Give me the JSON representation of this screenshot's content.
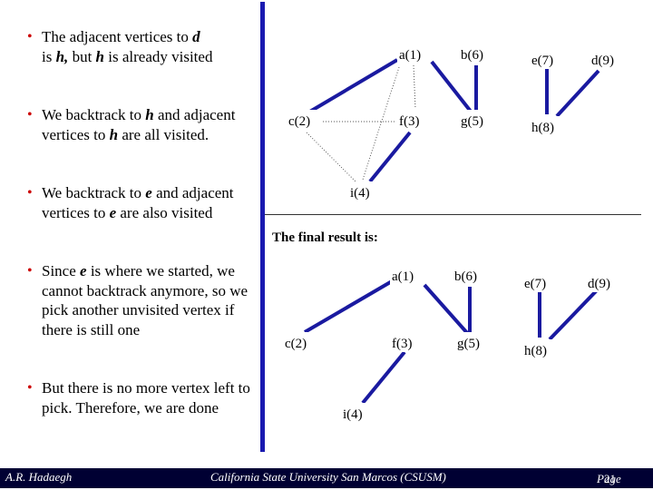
{
  "bullets": [
    {
      "parts": [
        "The adjacent vertices to ",
        "d",
        " is ",
        "h,",
        " but ",
        "h",
        " is already visited"
      ]
    },
    {
      "parts": [
        "We backtrack to ",
        "h",
        " and adjacent vertices to ",
        "h",
        " are all visited."
      ]
    },
    {
      "parts": [
        "We backtrack to ",
        "e",
        " and adjacent vertices to ",
        "e",
        " are also visited"
      ]
    },
    {
      "parts": [
        "Since ",
        "e",
        " is where we started, we cannot backtrack anymore, so we pick another unvisited vertex if there is still one"
      ]
    },
    {
      "parts": [
        "But there is no more vertex left to pick. Therefore, we are done"
      ]
    }
  ],
  "final_label": "The final result is:",
  "graph_top": {
    "nodes": {
      "a": "a(1)",
      "b": "b(6)",
      "e": "e(7)",
      "d": "d(9)",
      "c": "c(2)",
      "f": "f(3)",
      "g": "g(5)",
      "h": "h(8)",
      "i": "i(4)"
    }
  },
  "graph_bottom": {
    "nodes": {
      "a": "a(1)",
      "b": "b(6)",
      "e": "e(7)",
      "d": "d(9)",
      "c": "c(2)",
      "f": "f(3)",
      "g": "g(5)",
      "h": "h(8)",
      "i": "i(4)"
    }
  },
  "footer": {
    "author": "A.R. Hadaegh",
    "institution": "California State University San Marcos (CSUSM)",
    "page_label": "Page",
    "page_number": "21"
  },
  "colors": {
    "accent_line": "#1a1ab0",
    "tree_edge": "#1a1aa0",
    "bullet": "#cc0000",
    "footer_bg": "#000033"
  }
}
